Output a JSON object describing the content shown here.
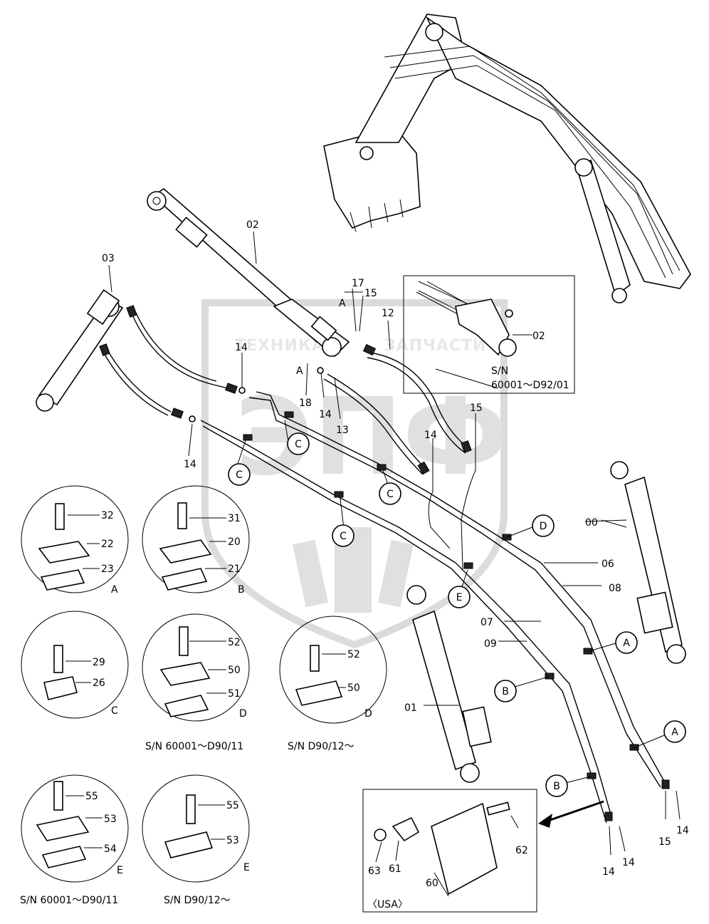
{
  "watermark": {
    "left_text": "ТЕХНИКА",
    "right_text": "ЗАПЧАСТИ",
    "logo_letters": "ЭПФ"
  },
  "part_labels": {
    "p00": "00",
    "p01": "01",
    "p02": "02",
    "p03": "03",
    "p06": "06",
    "p07": "07",
    "p08": "08",
    "p09": "09",
    "p12": "12",
    "p13": "13",
    "p14a": "14",
    "p14b": "14",
    "p14c": "14",
    "p14d": "14",
    "p14e": "14",
    "p14f": "14",
    "p14g": "14",
    "p15a": "15",
    "p15b": "15",
    "p15c": "15",
    "p17": "17",
    "p18": "18",
    "p02inset": "02",
    "p60": "60",
    "p61": "61",
    "p62": "62",
    "p63": "63"
  },
  "callouts": {
    "c1": "C",
    "c2": "C",
    "c3": "C",
    "c4": "C",
    "d1": "D",
    "e1": "E",
    "a1": "A",
    "a2": "A",
    "b1": "B",
    "b2": "B"
  },
  "point_labels": {
    "aUpper": "A",
    "aLower": "A"
  },
  "inset": {
    "serial_line1": "S/N",
    "serial_line2": "60001～D92/01",
    "usa_label": "〈USA〉"
  },
  "details": [
    {
      "key": "A",
      "bolt": "32",
      "cap": "22",
      "base": "23",
      "letter": "A",
      "serial": ""
    },
    {
      "key": "B",
      "bolt": "31",
      "cap": "20",
      "base": "21",
      "letter": "B",
      "serial": ""
    },
    {
      "key": "C",
      "bolt": "29",
      "cap": "26",
      "base": "",
      "letter": "C",
      "serial": ""
    },
    {
      "key": "D1",
      "bolt": "52",
      "cap": "50",
      "base": "51",
      "letter": "D",
      "serial": "S/N  60001～D90/11"
    },
    {
      "key": "D2",
      "bolt": "52",
      "cap": "50",
      "base": "",
      "letter": "D",
      "serial": "S/N   D90/12～"
    },
    {
      "key": "E1",
      "bolt": "55",
      "cap": "53",
      "base": "54",
      "letter": "E",
      "serial": "S/N  60001～D90/11"
    },
    {
      "key": "E2",
      "bolt": "55",
      "cap": "53",
      "base": "",
      "letter": "E",
      "serial": "S/N  D90/12～"
    }
  ]
}
